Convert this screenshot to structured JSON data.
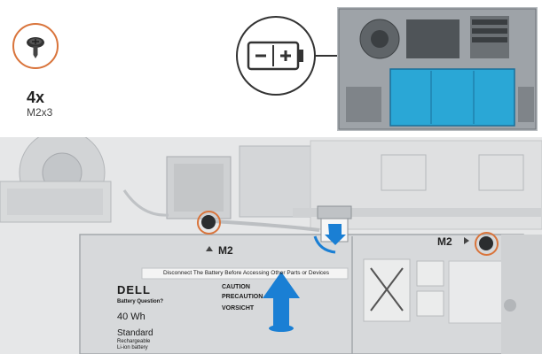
{
  "screw": {
    "count": "4x",
    "size": "M2x3"
  },
  "battery_label": {
    "warning": "Disconnect The Battery Before Accessing Other Parts or Devices",
    "brand": "DELL",
    "question": "Battery Question?",
    "capacity": "40 Wh",
    "standard": "Standard",
    "rechargeable": "Rechargeable",
    "li_ion": "Li-ion battery",
    "caution": "CAUTION",
    "precaution": "PRECAUTION",
    "vorsicht": "VORSICHT"
  },
  "screw_labels": {
    "left": "M2",
    "right": "M2"
  },
  "colors": {
    "accent": "#d9743b",
    "arrow": "#1a7fd4",
    "battery_highlight": "#2aa7d6"
  }
}
